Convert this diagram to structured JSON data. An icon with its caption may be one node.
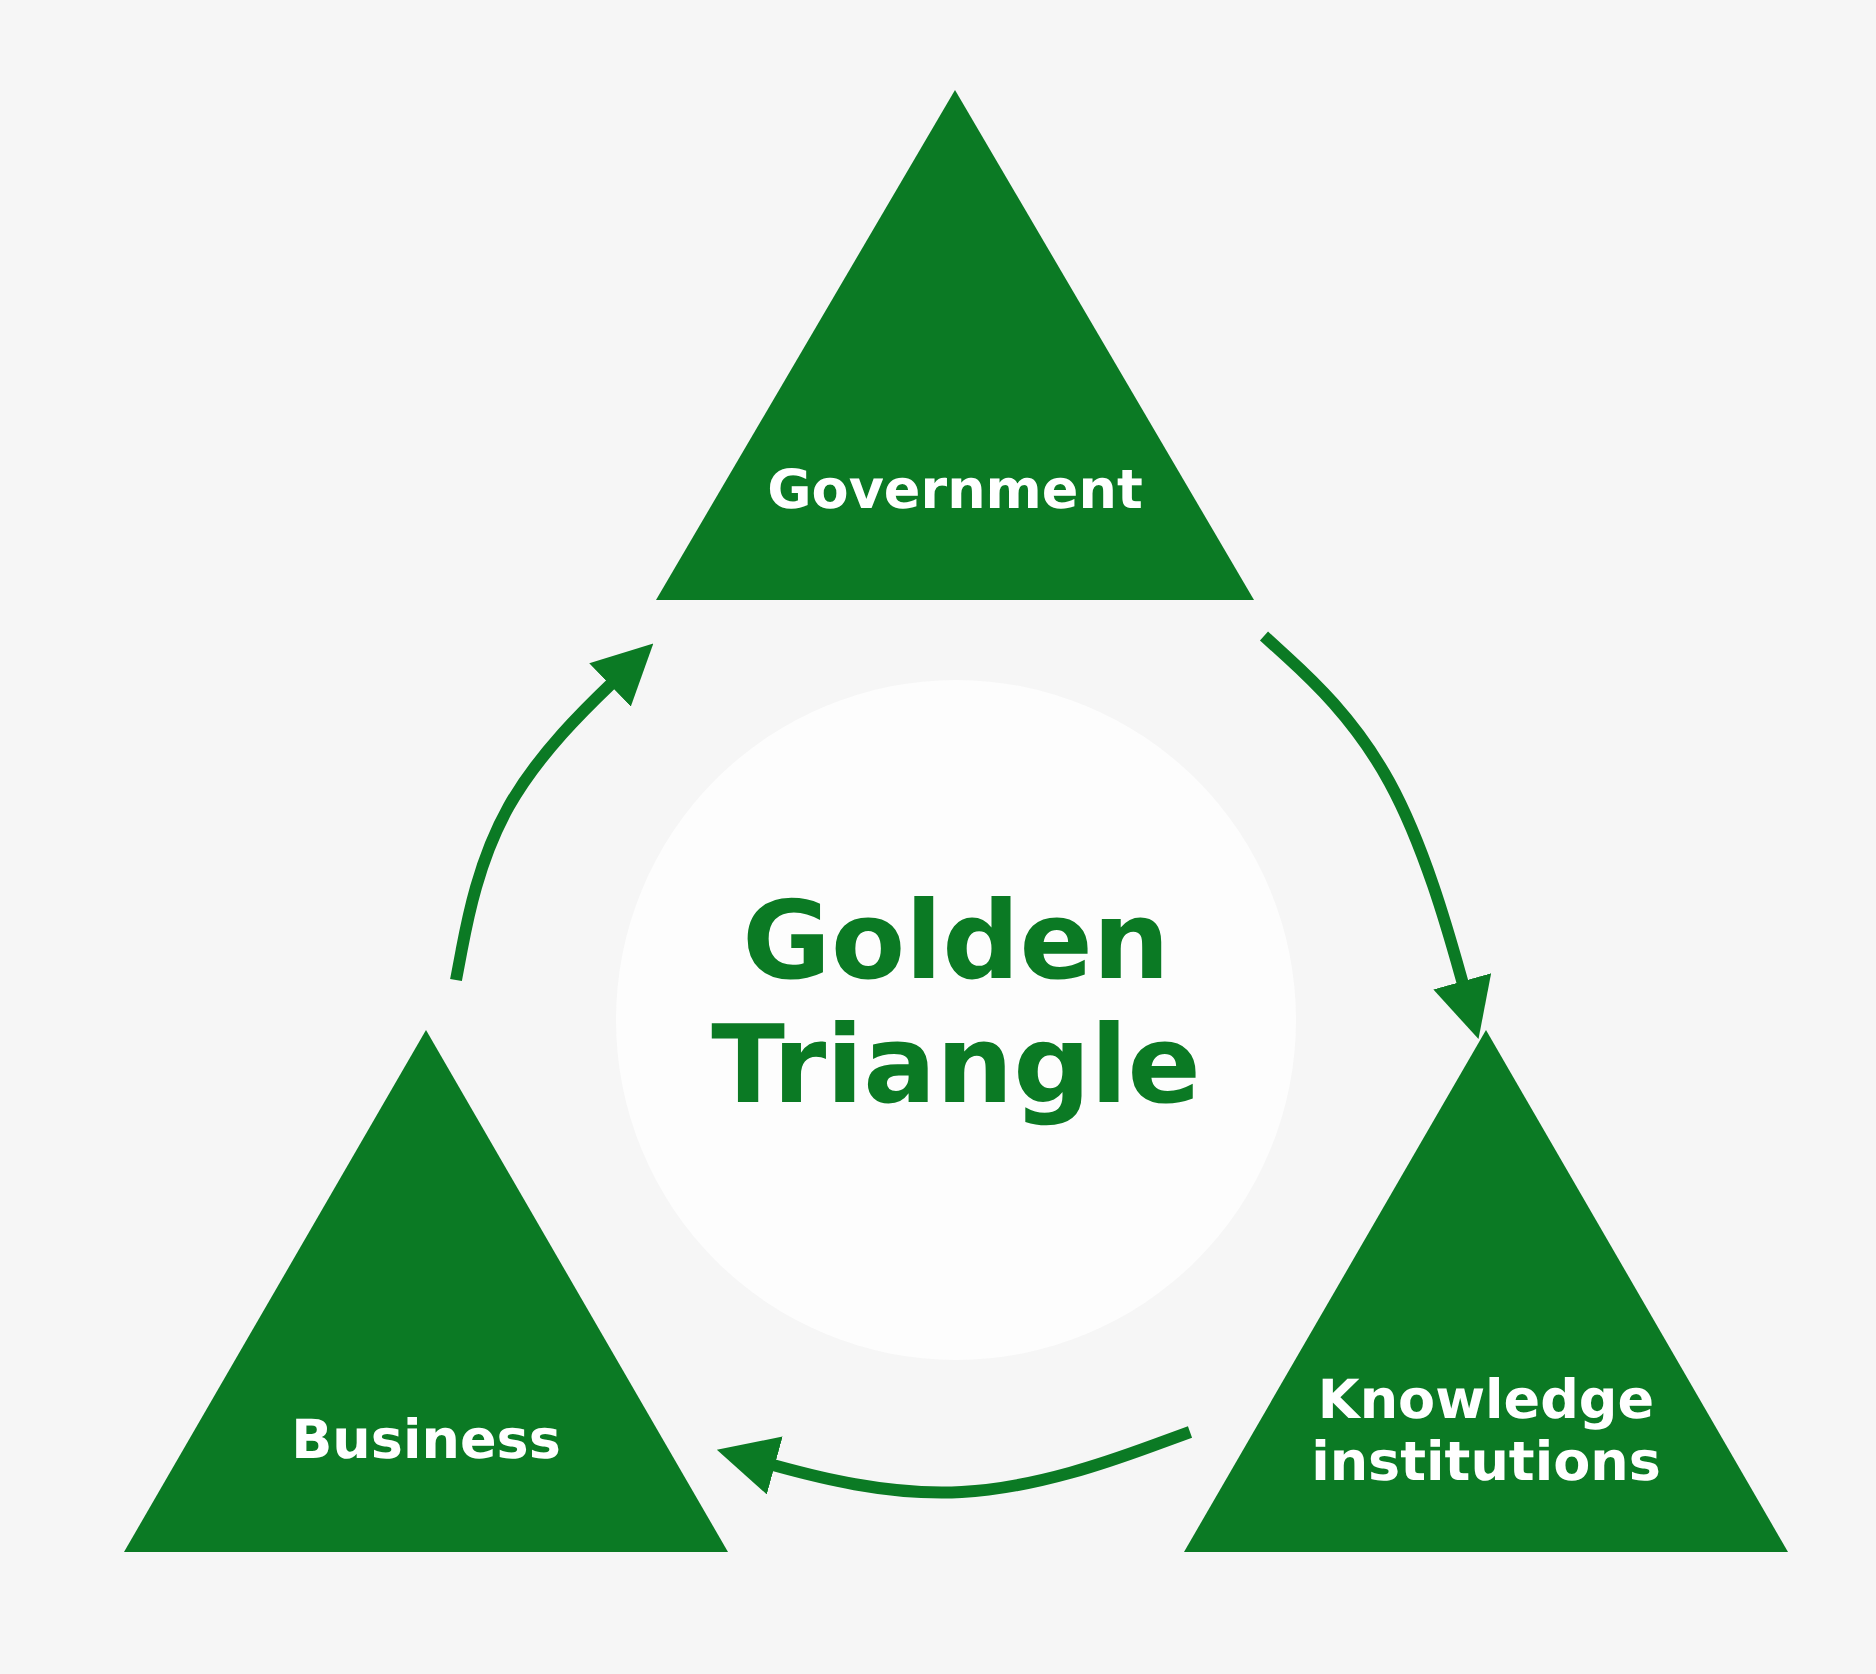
{
  "diagram": {
    "nodes": [
      {
        "text": [
          "Government"
        ]
      },
      {
        "text": [
          "Knowledge institutions"
        ]
      },
      {
        "text": [
          "Business"
        ]
      },
      {
        "text": [
          "Golden Triangle"
        ]
      }
    ],
    "edges": [
      {
        "from": 0,
        "to": 1,
        "arrow": "to"
      },
      {
        "from": 1,
        "to": 2,
        "arrow": "to"
      },
      {
        "from": 2,
        "to": 0,
        "arrow": "to"
      }
    ]
  }
}
